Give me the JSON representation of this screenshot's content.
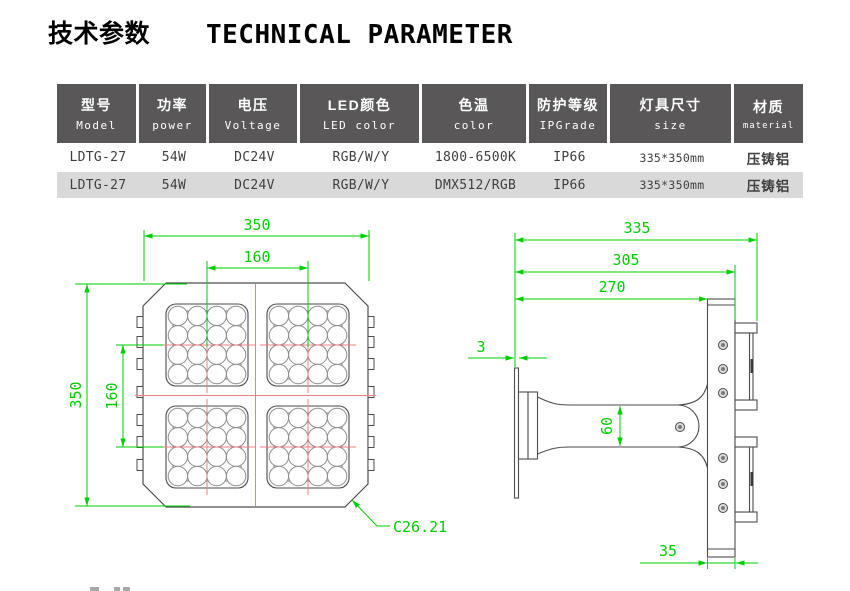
{
  "title": {
    "cn": "技术参数",
    "en": "TECHNICAL PARAMETER"
  },
  "table": {
    "columns": [
      {
        "cn": "型号",
        "en": "Model"
      },
      {
        "cn": "功率",
        "en": "power"
      },
      {
        "cn": "电压",
        "en": "Voltage"
      },
      {
        "cn": "LED颜色",
        "en": "LED color"
      },
      {
        "cn": "色温",
        "en": "color"
      },
      {
        "cn": "防护等级",
        "en": "IPGrade"
      },
      {
        "cn": "灯具尺寸",
        "en": "size"
      },
      {
        "cn": "材质",
        "en": "material"
      }
    ],
    "rows": [
      [
        "LDTG-27",
        "54W",
        "DC24V",
        "RGB/W/Y",
        "1800-6500K",
        "IP66",
        "335*350mm",
        "压铸铝"
      ],
      [
        "LDTG-27",
        "54W",
        "DC24V",
        "RGB/W/Y",
        "DMX512/RGB",
        "IP66",
        "335*350mm",
        "压铸铝"
      ]
    ]
  },
  "front_view": {
    "dim_width": "350",
    "dim_module_x": "160",
    "dim_height": "350",
    "dim_module_y": "160",
    "dim_chamfer": "C26.21"
  },
  "side_view": {
    "dim_overall": "335",
    "dim_body": "305",
    "dim_arm": "270",
    "dim_plate": "3",
    "dim_arm_height": "60",
    "dim_depth": "35"
  },
  "colors": {
    "dimension_green": "#00cf00",
    "centerline_red": "#f08080",
    "header_bg": "#595757",
    "row_alt_bg": "#d9d9d9",
    "outline_gray": "#4d4d4d"
  }
}
